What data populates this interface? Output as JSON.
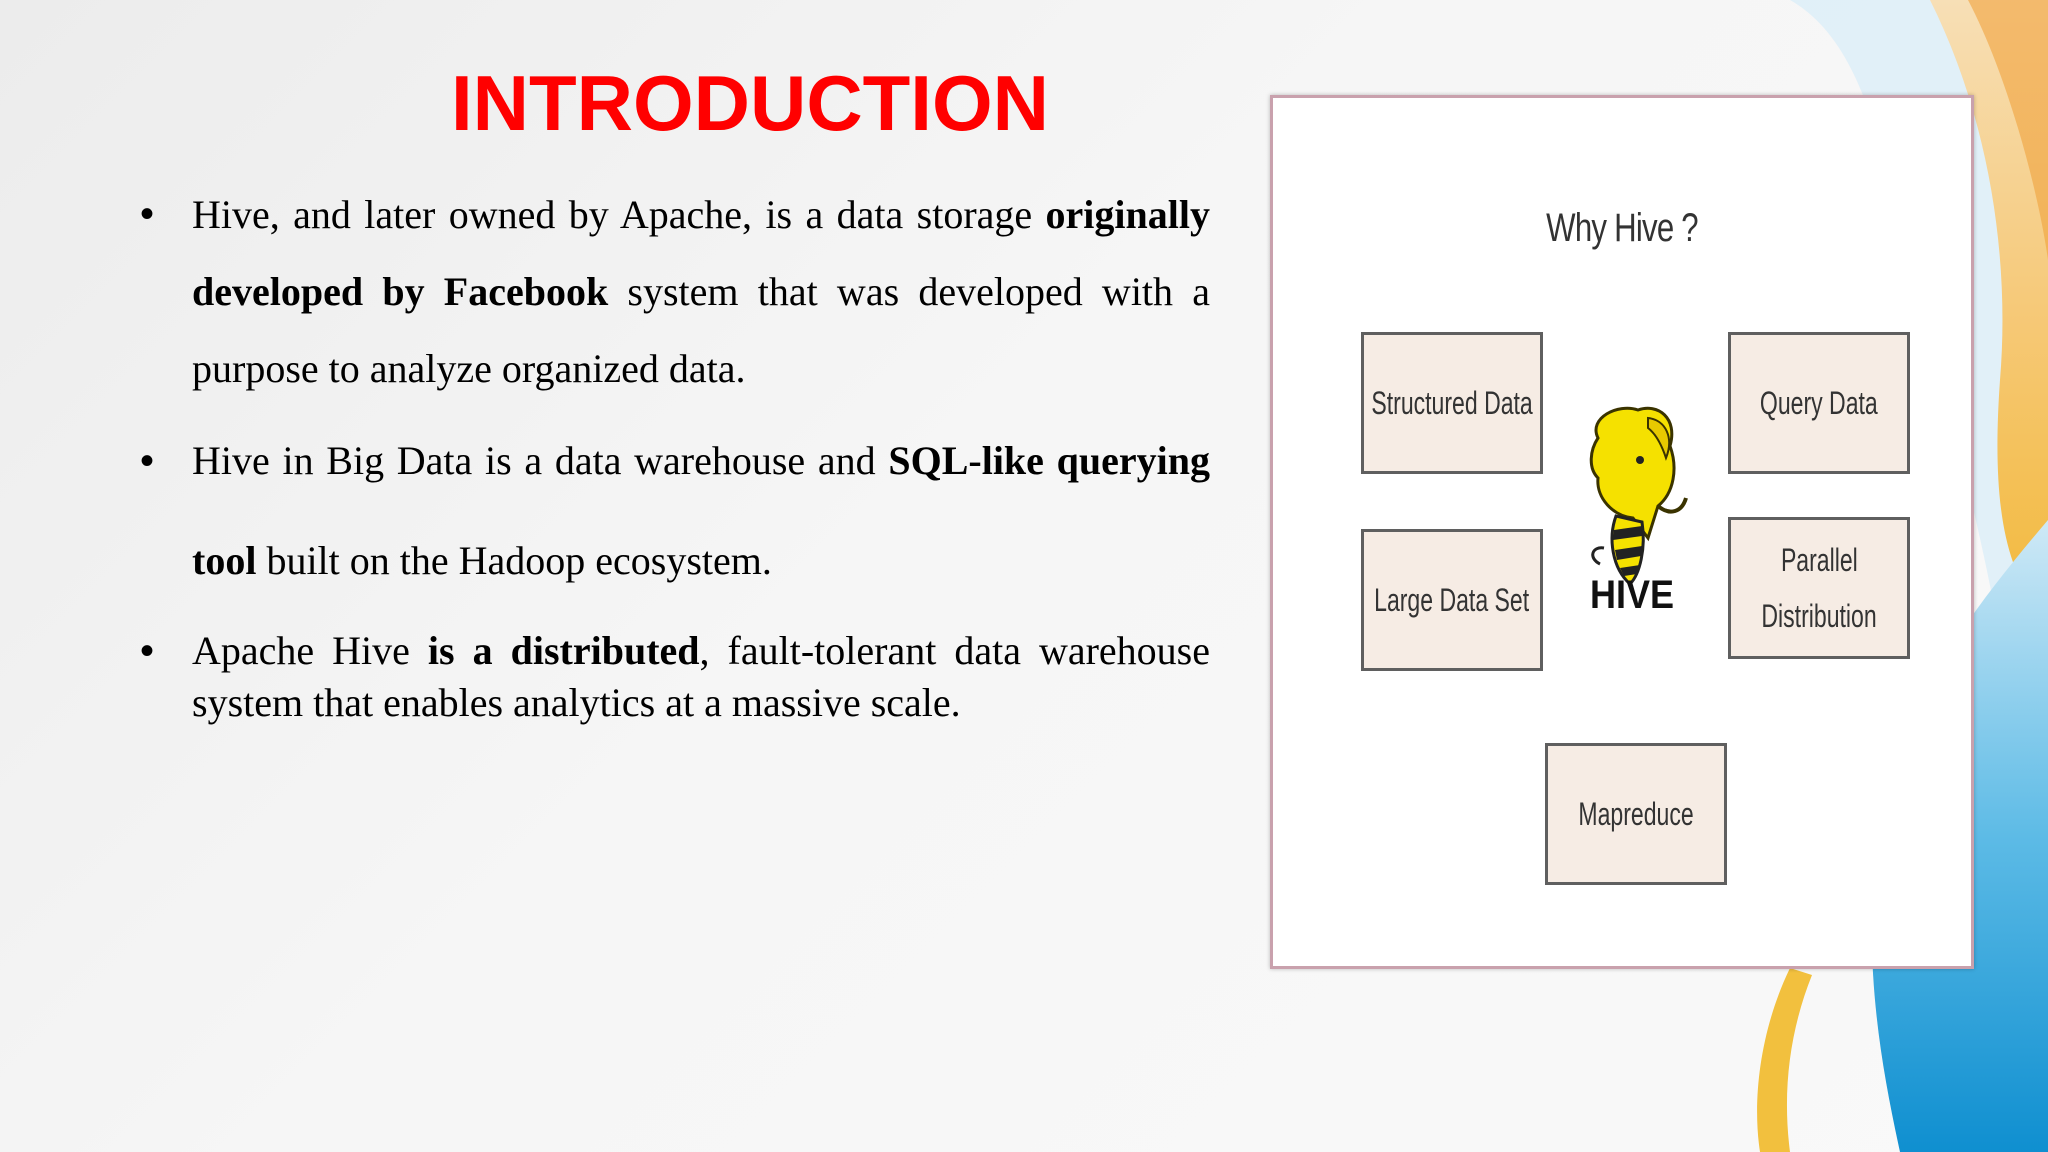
{
  "slide": {
    "title": "INTRODUCTION",
    "bullet_marker": "•",
    "bullets": [
      {
        "parts": [
          {
            "text": "Hive, and later owned by Apache, is a data storage ",
            "bold": false
          },
          {
            "text": "originally developed by Facebook",
            "bold": true
          },
          {
            "text": " system that was developed with a purpose to analyze organized data.",
            "bold": false
          }
        ]
      },
      {
        "parts": [
          {
            "text": "Hive in Big Data is a data warehouse and ",
            "bold": false
          },
          {
            "text": "SQL-like querying tool",
            "bold": true
          },
          {
            "text": " built on the Hadoop ecosystem.",
            "bold": false
          }
        ]
      },
      {
        "parts": [
          {
            "text": "Apache Hive ",
            "bold": false
          },
          {
            "text": "is a distributed",
            "bold": true
          },
          {
            "text": ", fault-tolerant data warehouse system that enables analytics at a massive scale.",
            "bold": false
          }
        ]
      }
    ]
  },
  "figure": {
    "title": "Why Hive ?",
    "boxes": {
      "structured": "Structured Data",
      "query": "Query Data",
      "large": "Large Data Set",
      "parallel_line1": "Parallel",
      "parallel_line2": "Distribution",
      "mapreduce": "Mapreduce"
    },
    "logo_text": "HIVE",
    "logo_icon": "hive-elephant-bee-logo"
  },
  "colors": {
    "title": "#ff0000",
    "box_fill": "#f6ece4",
    "logo_yellow": "#f5e100",
    "deco_blue": "#1fa0d8",
    "deco_yellow": "#f3c54a"
  }
}
